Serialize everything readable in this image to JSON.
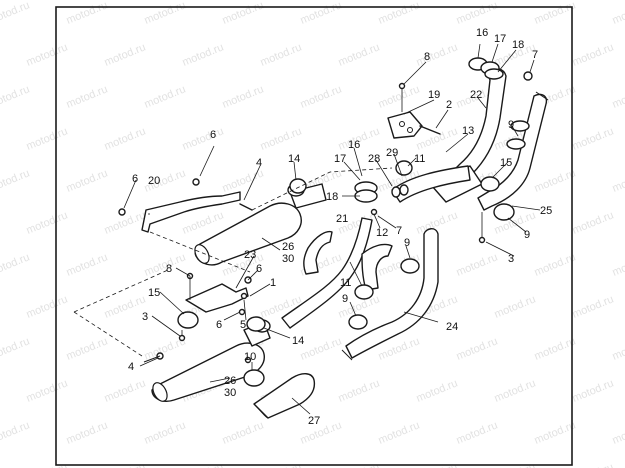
{
  "watermark": {
    "text": "motod.ru"
  },
  "callouts": [
    {
      "id": "c-8a",
      "text": "8"
    },
    {
      "id": "c-16a",
      "text": "16"
    },
    {
      "id": "c-17a",
      "text": "17"
    },
    {
      "id": "c-18a",
      "text": "18"
    },
    {
      "id": "c-7a",
      "text": "7"
    },
    {
      "id": "c-19",
      "text": "19"
    },
    {
      "id": "c-2",
      "text": "2"
    },
    {
      "id": "c-22",
      "text": "22"
    },
    {
      "id": "c-13",
      "text": "13"
    },
    {
      "id": "c-9a",
      "text": "9"
    },
    {
      "id": "c-6a",
      "text": "6"
    },
    {
      "id": "c-4a",
      "text": "4"
    },
    {
      "id": "c-14a",
      "text": "14"
    },
    {
      "id": "c-16b",
      "text": "16"
    },
    {
      "id": "c-17b",
      "text": "17"
    },
    {
      "id": "c-28",
      "text": "28"
    },
    {
      "id": "c-29",
      "text": "29"
    },
    {
      "id": "c-11a",
      "text": "11"
    },
    {
      "id": "c-15a",
      "text": "15"
    },
    {
      "id": "c-6b",
      "text": "6"
    },
    {
      "id": "c-20",
      "text": "20"
    },
    {
      "id": "c-18b",
      "text": "18"
    },
    {
      "id": "c-25",
      "text": "25"
    },
    {
      "id": "c-21",
      "text": "21"
    },
    {
      "id": "c-12",
      "text": "12"
    },
    {
      "id": "c-7b",
      "text": "7"
    },
    {
      "id": "c-9b",
      "text": "9"
    },
    {
      "id": "c-26a",
      "text": "26"
    },
    {
      "id": "c-30a",
      "text": "30"
    },
    {
      "id": "c-3a",
      "text": "3"
    },
    {
      "id": "c-23",
      "text": "23"
    },
    {
      "id": "c-8b",
      "text": "8"
    },
    {
      "id": "c-6c",
      "text": "6"
    },
    {
      "id": "c-9c",
      "text": "9"
    },
    {
      "id": "c-1",
      "text": "1"
    },
    {
      "id": "c-11b",
      "text": "11"
    },
    {
      "id": "c-15b",
      "text": "15"
    },
    {
      "id": "c-6d",
      "text": "6"
    },
    {
      "id": "c-5",
      "text": "5"
    },
    {
      "id": "c-9d",
      "text": "9"
    },
    {
      "id": "c-3b",
      "text": "3"
    },
    {
      "id": "c-24",
      "text": "24"
    },
    {
      "id": "c-14b",
      "text": "14"
    },
    {
      "id": "c-4b",
      "text": "4"
    },
    {
      "id": "c-10",
      "text": "10"
    },
    {
      "id": "c-26b",
      "text": "26"
    },
    {
      "id": "c-30b",
      "text": "30"
    },
    {
      "id": "c-27",
      "text": "27"
    }
  ]
}
